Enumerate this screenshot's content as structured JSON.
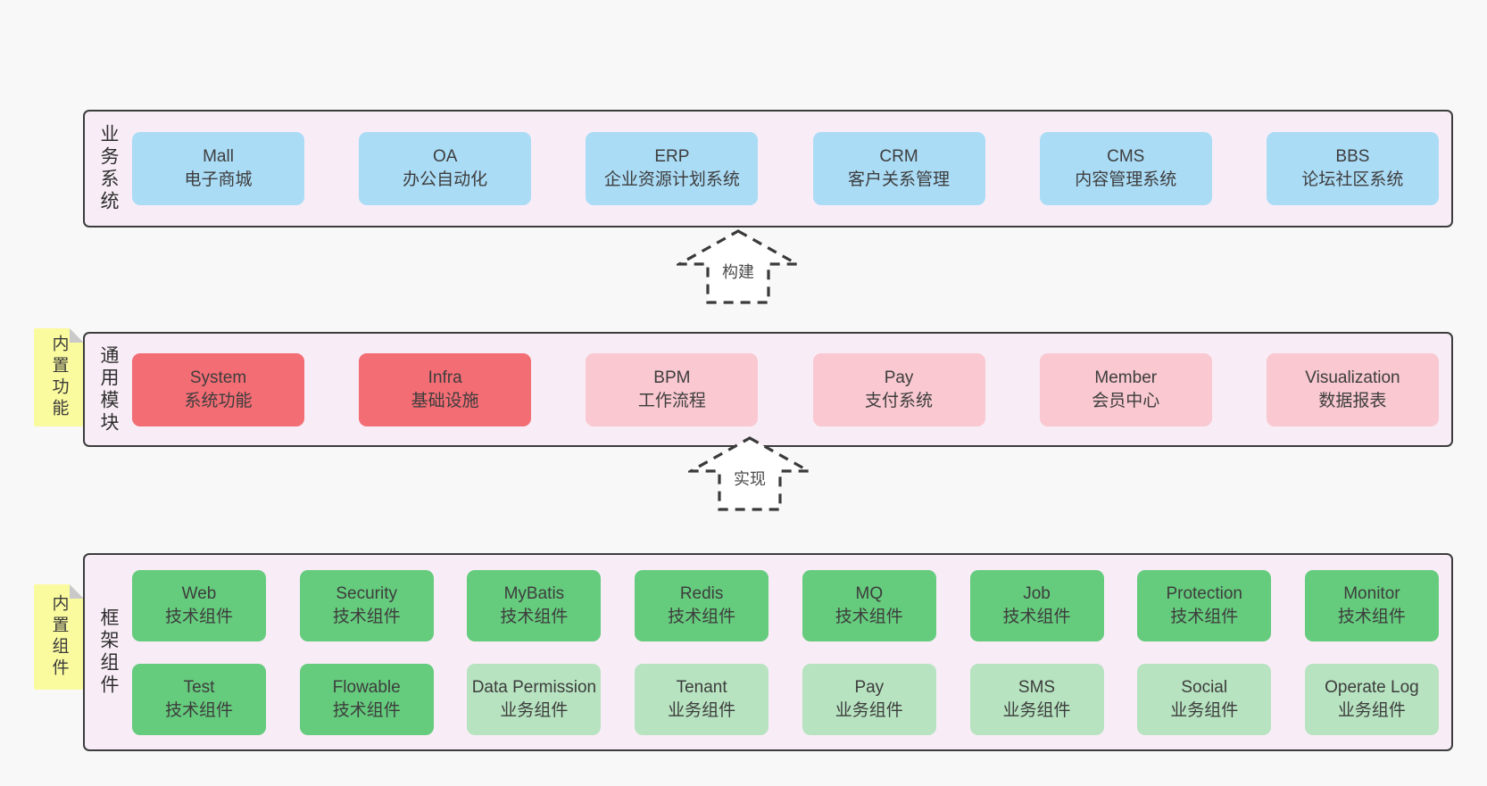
{
  "colors": {
    "page_bg": "#f8f8f8",
    "panel_bg": "#f8edf6",
    "panel_border": "#3c3c3c",
    "blue_box": "#abdcf6",
    "red_box": "#f36d74",
    "pink_box": "#f9c8d0",
    "green_dark_box": "#65cb7d",
    "green_light_box": "#b7e3c0",
    "sticky_yellow": "#fafa9f",
    "sticky_fold": "#c9c9c9",
    "arrow_stroke": "#3a3a3a",
    "box_text": "#3d3d3d"
  },
  "business_systems": {
    "label": "业务系统",
    "items": [
      {
        "en": "Mall",
        "zh": "电子商城"
      },
      {
        "en": "OA",
        "zh": "办公自动化"
      },
      {
        "en": "ERP",
        "zh": "企业资源计划系统"
      },
      {
        "en": "CRM",
        "zh": "客户关系管理"
      },
      {
        "en": "CMS",
        "zh": "内容管理系统"
      },
      {
        "en": "BBS",
        "zh": "论坛社区系统"
      }
    ]
  },
  "arrows": {
    "build": "构建",
    "implement": "实现"
  },
  "builtin_modules": {
    "sticky": "内置功能",
    "label": "通用模块",
    "items": [
      {
        "en": "System",
        "zh": "系统功能",
        "variant": "red"
      },
      {
        "en": "Infra",
        "zh": "基础设施",
        "variant": "red"
      },
      {
        "en": "BPM",
        "zh": "工作流程",
        "variant": "pink"
      },
      {
        "en": "Pay",
        "zh": "支付系统",
        "variant": "pink"
      },
      {
        "en": "Member",
        "zh": "会员中心",
        "variant": "pink"
      },
      {
        "en": "Visualization",
        "zh": "数据报表",
        "variant": "pink"
      }
    ]
  },
  "framework_components": {
    "sticky": "内置组件",
    "label": "框架组件",
    "row1": [
      {
        "en": "Web",
        "zh": "技术组件",
        "variant": "green-dark"
      },
      {
        "en": "Security",
        "zh": "技术组件",
        "variant": "green-dark"
      },
      {
        "en": "MyBatis",
        "zh": "技术组件",
        "variant": "green-dark"
      },
      {
        "en": "Redis",
        "zh": "技术组件",
        "variant": "green-dark"
      },
      {
        "en": "MQ",
        "zh": "技术组件",
        "variant": "green-dark"
      },
      {
        "en": "Job",
        "zh": "技术组件",
        "variant": "green-dark"
      },
      {
        "en": "Protection",
        "zh": "技术组件",
        "variant": "green-dark"
      },
      {
        "en": "Monitor",
        "zh": "技术组件",
        "variant": "green-dark"
      }
    ],
    "row2": [
      {
        "en": "Test",
        "zh": "技术组件",
        "variant": "green-dark"
      },
      {
        "en": "Flowable",
        "zh": "技术组件",
        "variant": "green-dark"
      },
      {
        "en": "Data Permission",
        "zh": "业务组件",
        "variant": "green-light"
      },
      {
        "en": "Tenant",
        "zh": "业务组件",
        "variant": "green-light"
      },
      {
        "en": "Pay",
        "zh": "业务组件",
        "variant": "green-light"
      },
      {
        "en": "SMS",
        "zh": "业务组件",
        "variant": "green-light"
      },
      {
        "en": "Social",
        "zh": "业务组件",
        "variant": "green-light"
      },
      {
        "en": "Operate Log",
        "zh": "业务组件",
        "variant": "green-light"
      }
    ]
  }
}
